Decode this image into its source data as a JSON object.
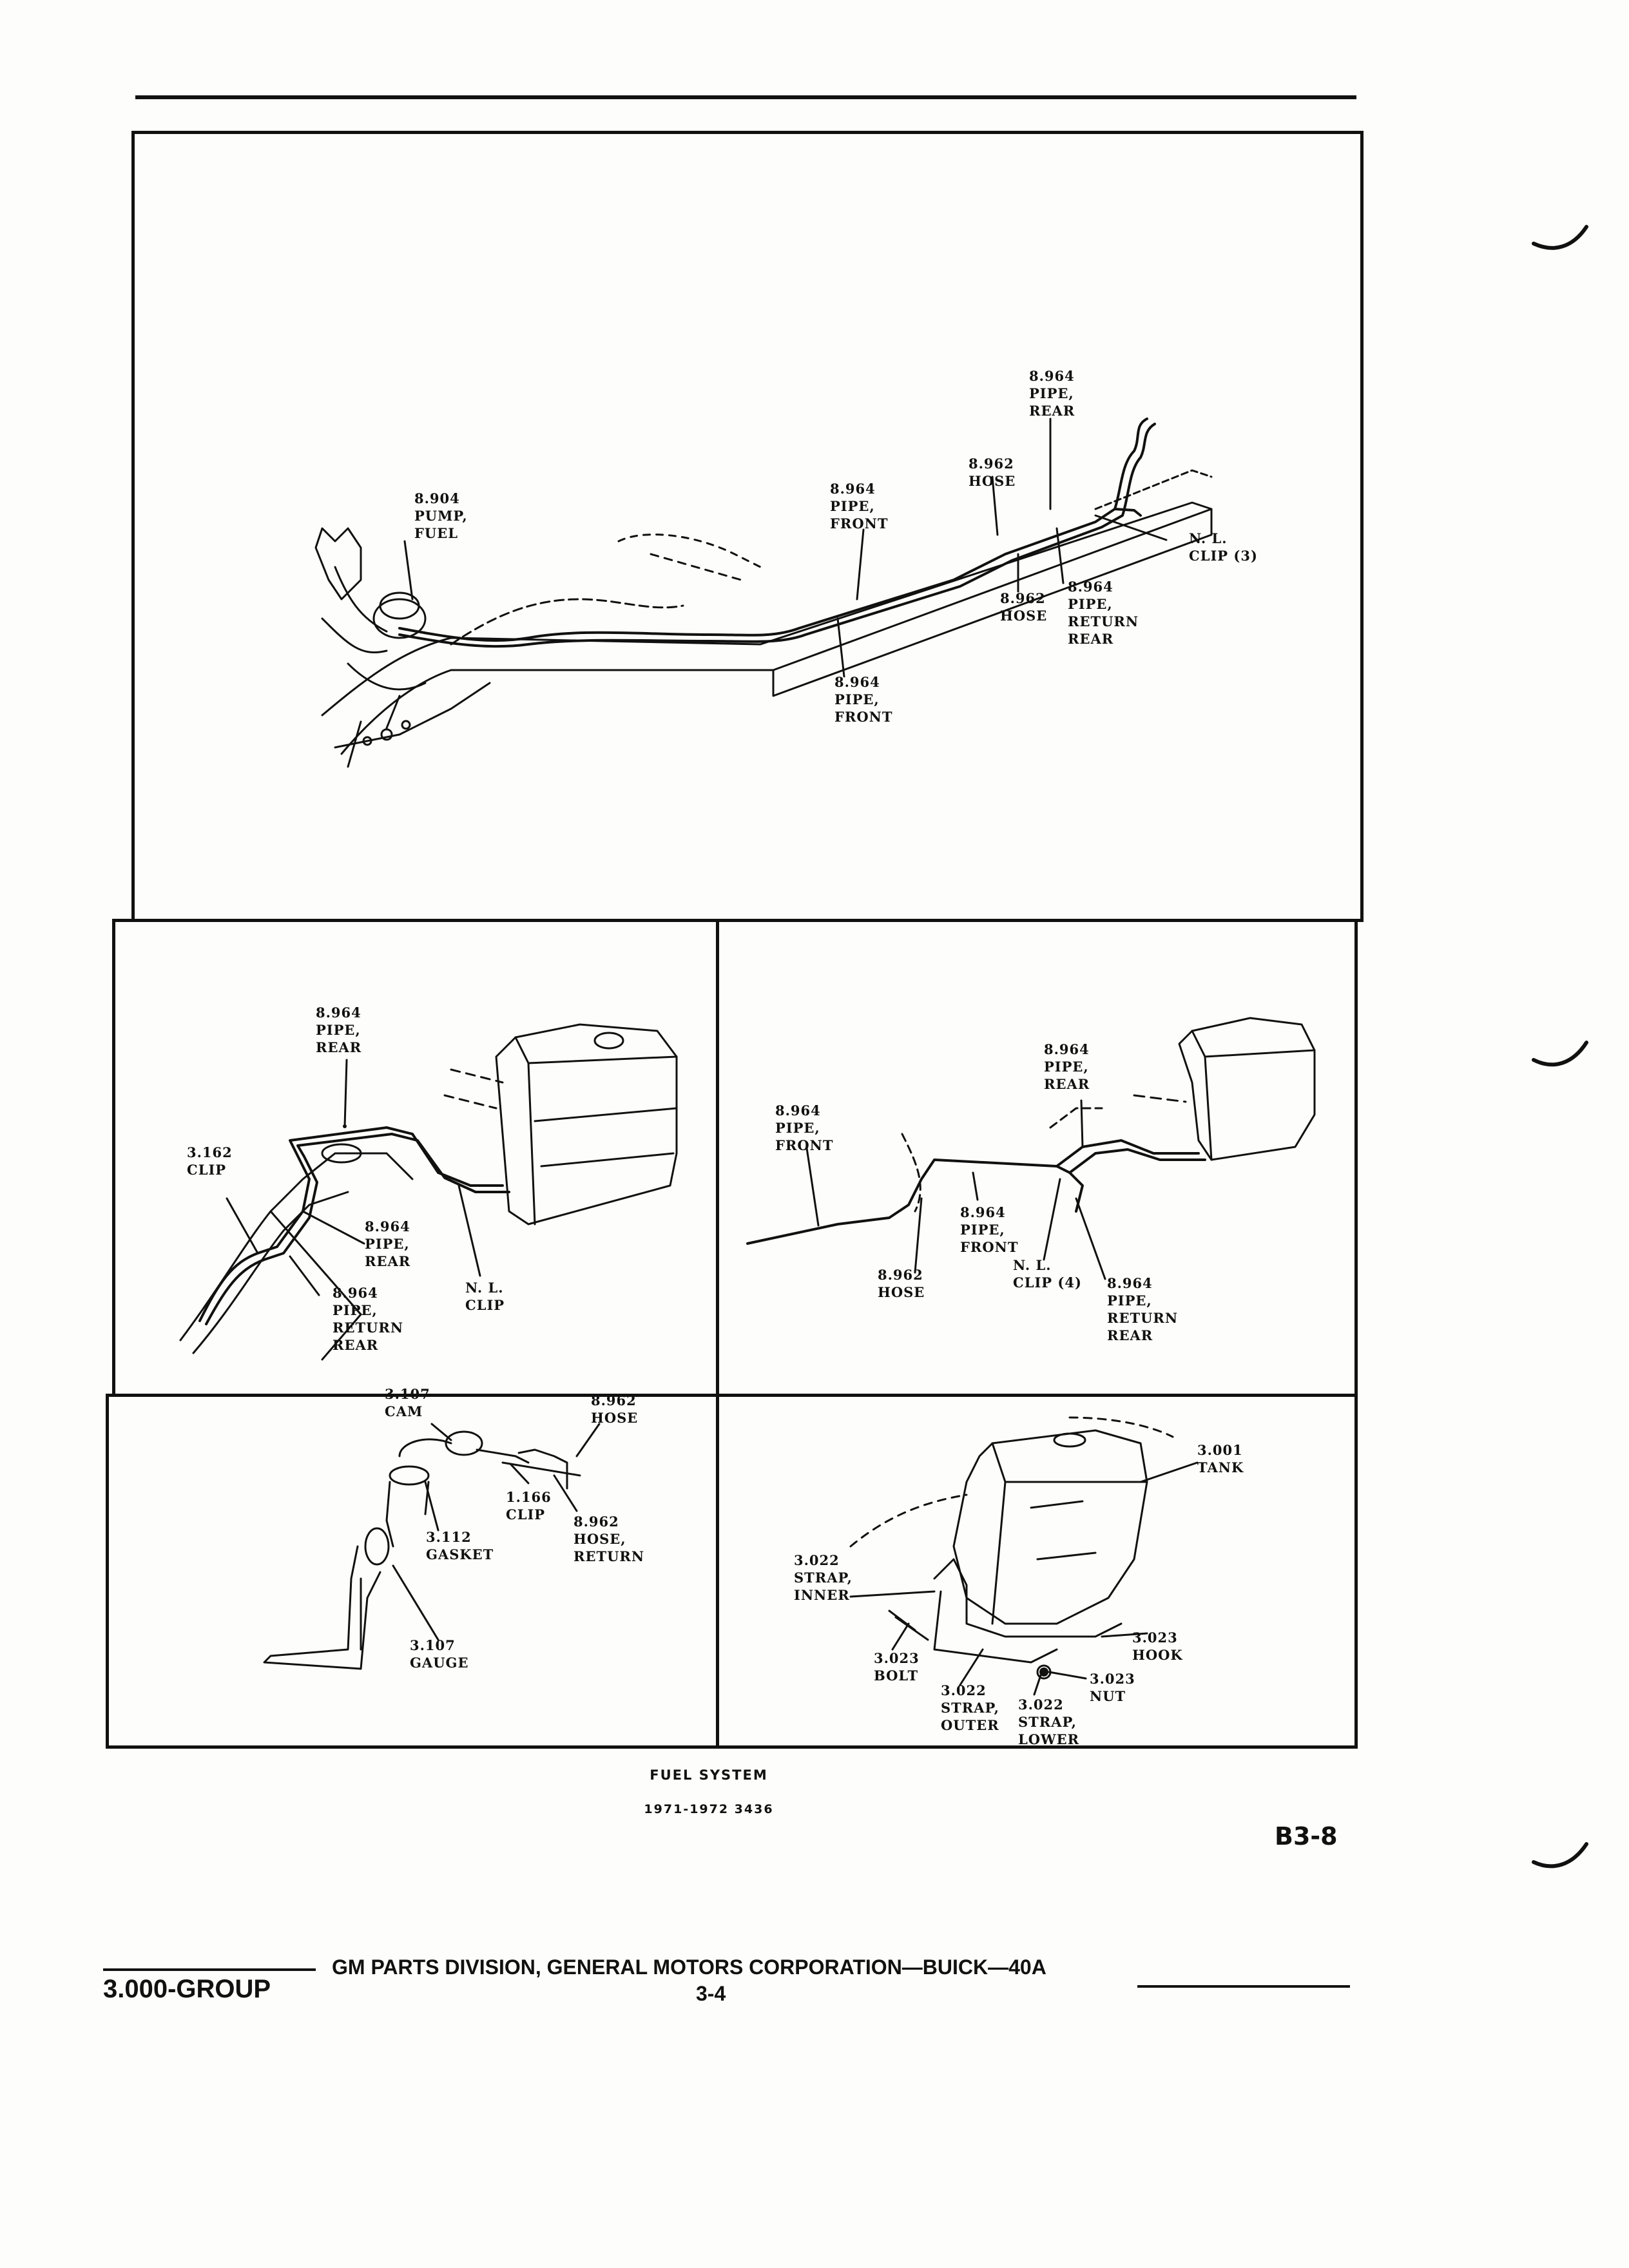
{
  "top_panel": {
    "pump_fuel": [
      "8.904",
      "PUMP,",
      "FUEL"
    ],
    "pipe_front_upper": [
      "8.964",
      "PIPE,",
      "FRONT"
    ],
    "hose_upper": [
      "8.962",
      "HOSE"
    ],
    "pipe_rear": [
      "8.964",
      "PIPE,",
      "REAR"
    ],
    "nl_clip": [
      "N. L.",
      "CLIP (3)"
    ],
    "pipe_return_rear": [
      "8.964",
      "PIPE,",
      "RETURN",
      "REAR"
    ],
    "hose_lower": [
      "8.962",
      "HOSE"
    ],
    "pipe_front_lower": [
      "8.964",
      "PIPE,",
      "FRONT"
    ]
  },
  "mid_left_panel": {
    "pipe_rear_top": [
      "8.964",
      "PIPE,",
      "REAR"
    ],
    "clip": [
      "3.162",
      "CLIP"
    ],
    "pipe_rear_mid": [
      "8.964",
      "PIPE,",
      "REAR"
    ],
    "pipe_return_rear": [
      "8.964",
      "PIPE,",
      "RETURN",
      "REAR"
    ],
    "nl_clip": [
      "N. L.",
      "CLIP"
    ]
  },
  "mid_right_panel": {
    "pipe_rear": [
      "8.964",
      "PIPE,",
      "REAR"
    ],
    "pipe_front_left": [
      "8.964",
      "PIPE,",
      "FRONT"
    ],
    "pipe_front_mid": [
      "8.964",
      "PIPE,",
      "FRONT"
    ],
    "hose": [
      "8.962",
      "HOSE"
    ],
    "nl_clip": [
      "N. L.",
      "CLIP (4)"
    ],
    "pipe_return_rear": [
      "8.964",
      "PIPE,",
      "RETURN",
      "REAR"
    ]
  },
  "bottom_left_panel": {
    "cam": [
      "3.107",
      "CAM"
    ],
    "hose": [
      "8.962",
      "HOSE"
    ],
    "clip": [
      "1.166",
      "CLIP"
    ],
    "hose_return": [
      "8.962",
      "HOSE,",
      "RETURN"
    ],
    "gasket": [
      "3.112",
      "GASKET"
    ],
    "gauge": [
      "3.107",
      "GAUGE"
    ]
  },
  "bottom_right_panel": {
    "tank": [
      "3.001",
      "TANK"
    ],
    "strap_inner": [
      "3.022",
      "STRAP,",
      "INNER"
    ],
    "bolt": [
      "3.023",
      "BOLT"
    ],
    "hook": [
      "3.023",
      "HOOK"
    ],
    "nut": [
      "3.023",
      "NUT"
    ],
    "strap_outer": [
      "3.022",
      "STRAP,",
      "OUTER"
    ],
    "strap_lower": [
      "3.022",
      "STRAP,",
      "LOWER"
    ]
  },
  "caption": {
    "title": "FUEL SYSTEM",
    "subtitle": "1971-1972 3436"
  },
  "page_code": "B3-8",
  "footer": {
    "group": "3.000-GROUP",
    "company": "GM PARTS DIVISION, GENERAL MOTORS CORPORATION—BUICK—40A",
    "page": "3-4"
  }
}
